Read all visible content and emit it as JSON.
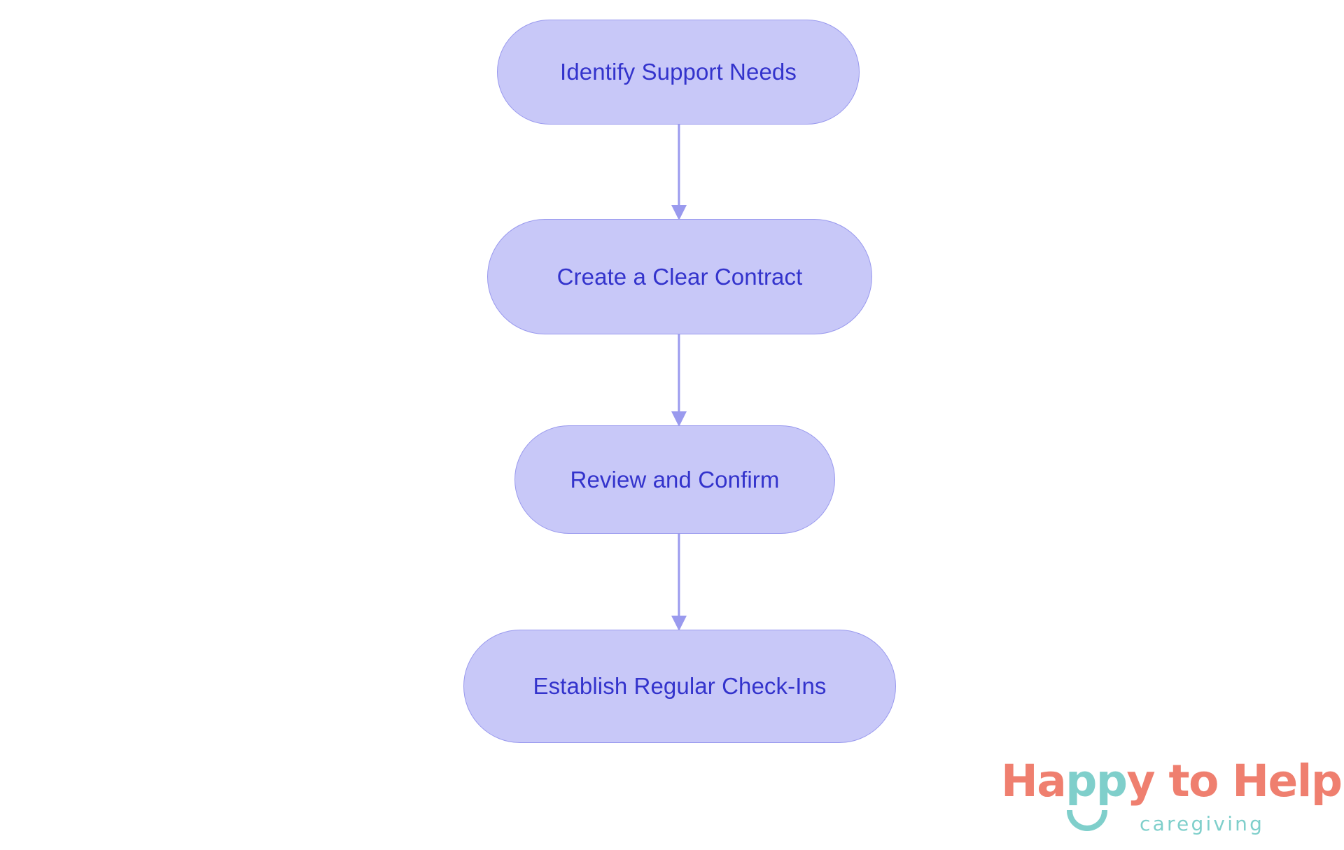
{
  "diagram": {
    "type": "flowchart",
    "orientation": "top-to-bottom",
    "background_color": "#ffffff",
    "node_fill_color": "#c8c8f8",
    "node_border_color": "#9999ee",
    "node_text_color": "#3333cc",
    "connector_color": "#9a9aee",
    "nodes": [
      {
        "id": "n1",
        "label": "Identify Support Needs"
      },
      {
        "id": "n2",
        "label": "Create a Clear Contract"
      },
      {
        "id": "n3",
        "label": "Review and Confirm"
      },
      {
        "id": "n4",
        "label": "Establish Regular Check-Ins"
      }
    ],
    "edges": [
      {
        "from": "n1",
        "to": "n2",
        "label": ""
      },
      {
        "from": "n2",
        "to": "n3",
        "label": ""
      },
      {
        "from": "n3",
        "to": "n4",
        "label": ""
      }
    ]
  },
  "logo": {
    "word_1": "Ha",
    "word_2": "pp",
    "word_3": "y to Help",
    "tagline": "caregiving",
    "coral_color": "#ef7f6f",
    "teal_color": "#7fcfcb"
  }
}
